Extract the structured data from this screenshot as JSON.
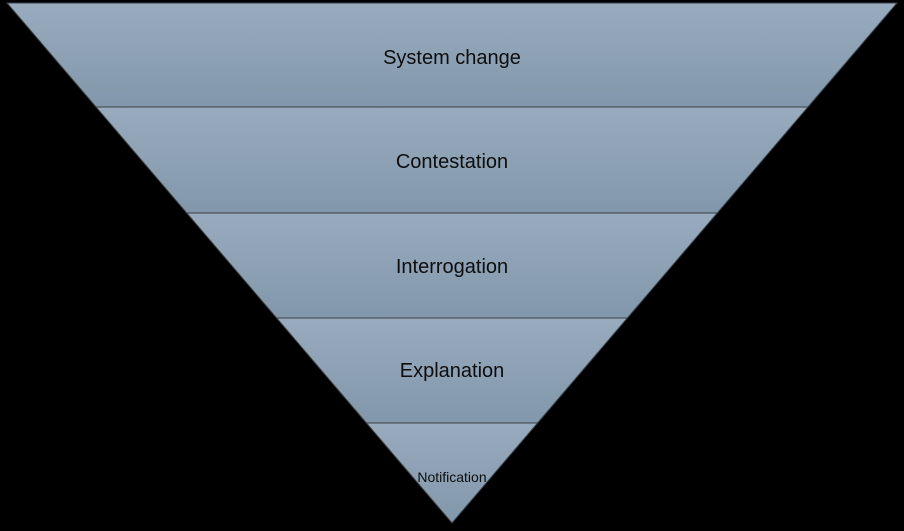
{
  "diagram": {
    "type": "inverted-pyramid-funnel",
    "levels": [
      {
        "label": "System change"
      },
      {
        "label": "Contestation"
      },
      {
        "label": "Interrogation"
      },
      {
        "label": "Explanation"
      },
      {
        "label": "Notification"
      }
    ],
    "colors": {
      "background": "#000000",
      "band_gradient_top": "#99abbe",
      "band_gradient_bottom": "#8297ab",
      "divider": "#3a3f45",
      "text": "#0d0d0d"
    }
  }
}
